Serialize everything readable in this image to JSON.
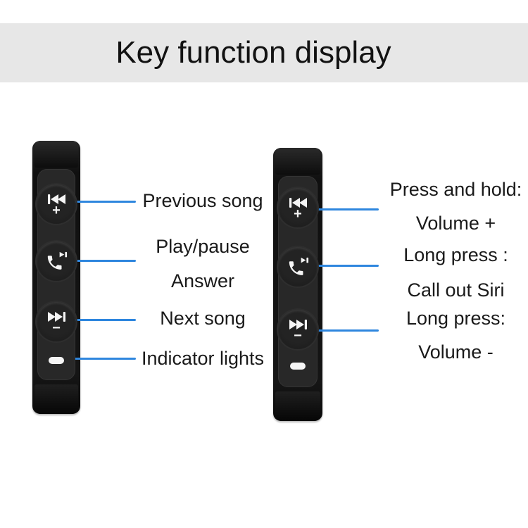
{
  "title": "Key function display",
  "colors": {
    "banner_bg": "#e7e7e7",
    "title_color": "#121212",
    "accent_blue": "#2e86de",
    "label_color": "#1a1a1a",
    "remote_panel": "#282828",
    "icon_color": "#f5f5f5"
  },
  "icons": {
    "previous": "previous-track-icon",
    "play_pause_call": "phone-play-pause-icon",
    "next": "next-track-icon",
    "indicator": "indicator-light"
  },
  "left_remote": {
    "buttons": [
      {
        "icon": "previous-track-icon",
        "glyph": "+"
      },
      {
        "icon": "phone-play-pause-icon",
        "glyph": ""
      },
      {
        "icon": "next-track-icon",
        "glyph": "−"
      },
      {
        "icon": "indicator-light",
        "glyph": ""
      }
    ],
    "annotations": {
      "previous": "Previous song",
      "play_pause": "Play/pause",
      "answer": "Answer",
      "next": "Next song",
      "indicator": "Indicator lights"
    }
  },
  "right_remote": {
    "buttons": [
      {
        "icon": "previous-track-icon",
        "glyph": "+"
      },
      {
        "icon": "phone-play-pause-icon",
        "glyph": ""
      },
      {
        "icon": "next-track-icon",
        "glyph": "−"
      },
      {
        "icon": "indicator-light",
        "glyph": ""
      }
    ],
    "annotations": {
      "press_hold": "Press and hold:",
      "volume_up": "Volume +",
      "long_press_siri": "Long press :",
      "call_siri": "Call out Siri",
      "long_press_vol": "Long press:",
      "volume_down": "Volume -"
    }
  }
}
